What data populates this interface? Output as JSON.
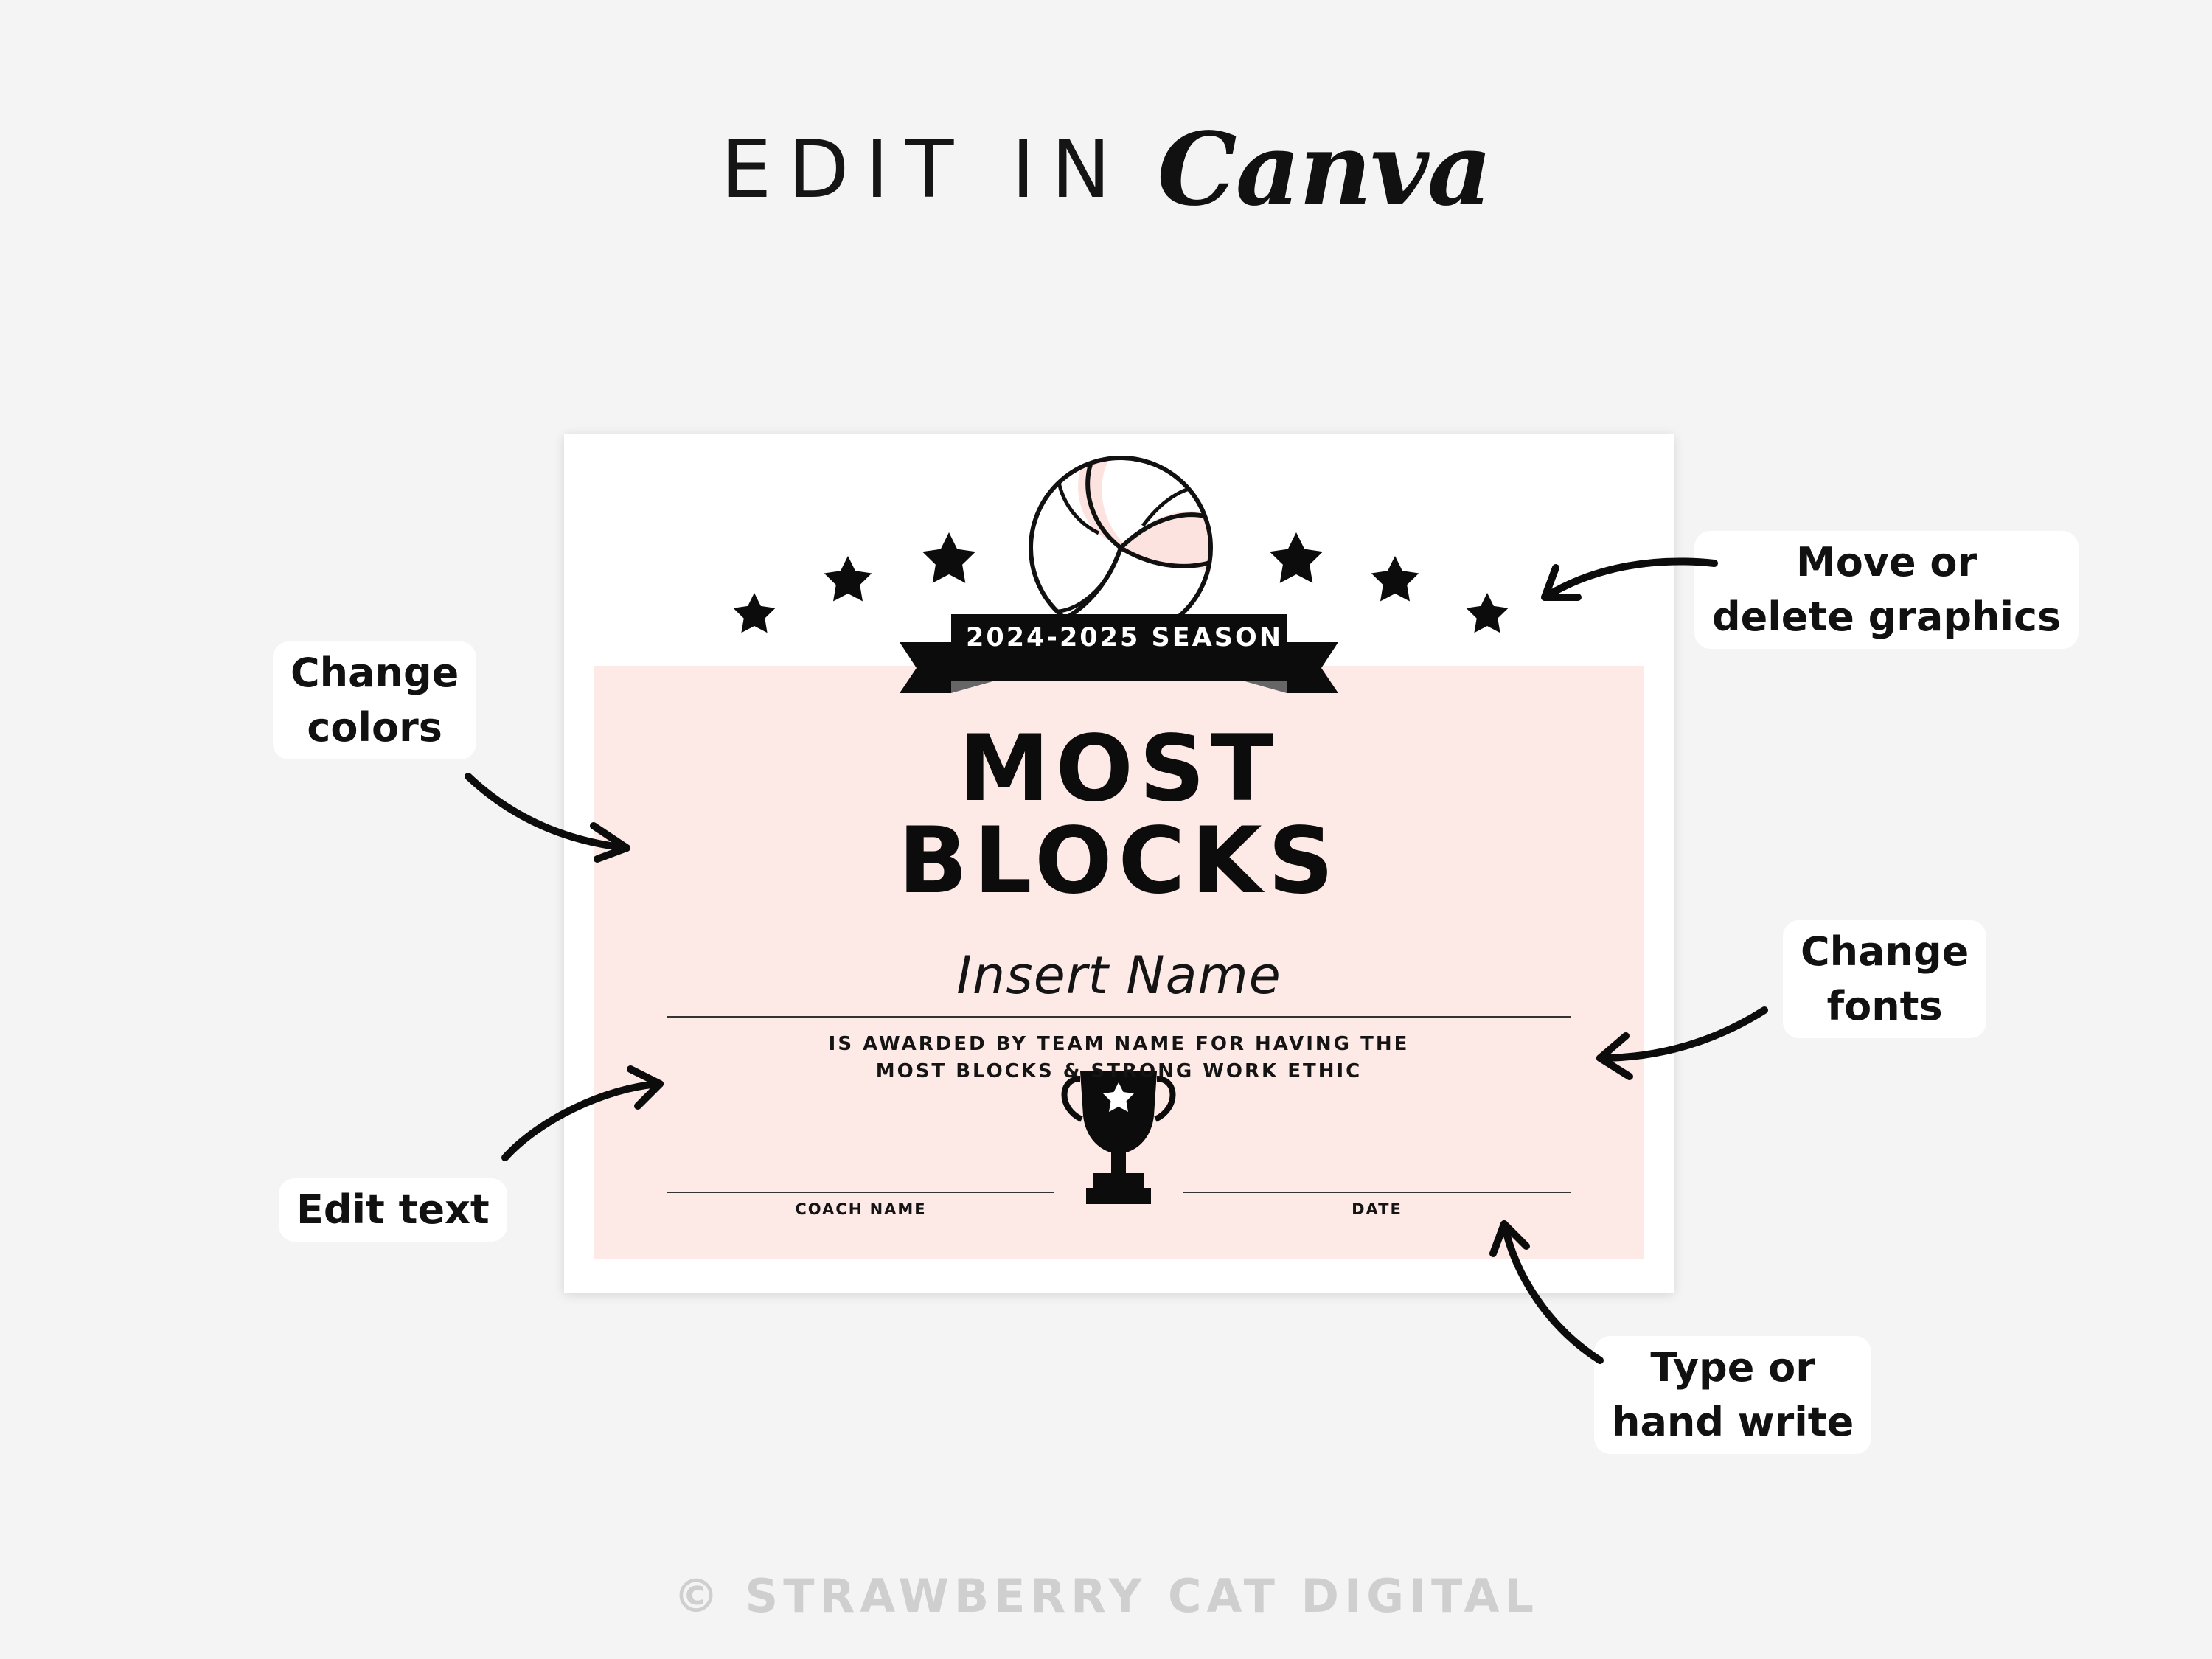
{
  "header": {
    "edit_in": "EDIT IN",
    "canva": "Canva"
  },
  "certificate": {
    "season": "2024-2025 SEASON",
    "award_title_line1": "MOST",
    "award_title_line2": "BLOCKS",
    "recipient_placeholder": "Insert Name",
    "description_line1": "IS AWARDED BY TEAM NAME FOR HAVING THE",
    "description_line2": "MOST BLOCKS & STRONG WORK ETHIC",
    "coach_label": "COACH NAME",
    "date_label": "DATE",
    "panel_color": "#fdeae7",
    "ball_accent_color": "#fde3df"
  },
  "callouts": {
    "change_colors": [
      "Change",
      "colors"
    ],
    "edit_text": [
      "Edit text"
    ],
    "move_graphics": [
      "Move or",
      "delete graphics"
    ],
    "change_fonts": [
      "Change",
      "fonts"
    ],
    "type_hand_write": [
      "Type or",
      "hand write"
    ]
  },
  "footer": {
    "copyright": "© STRAWBERRY CAT DIGITAL"
  }
}
